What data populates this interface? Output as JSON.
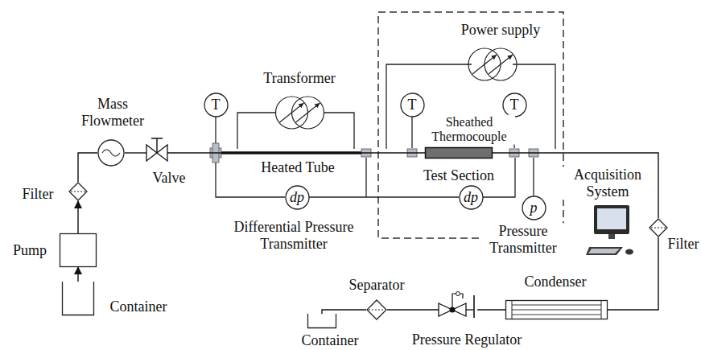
{
  "diagram": {
    "nodes": [
      {
        "text": [
          "Power supply"
        ]
      },
      {
        "text": [
          "Transformer"
        ]
      },
      {
        "text": [
          "T"
        ]
      },
      {
        "text": [
          "T"
        ]
      },
      {
        "text": [
          "T"
        ]
      },
      {
        "text": [
          "Mass Flowmeter"
        ]
      },
      {
        "text": [
          "Valve"
        ]
      },
      {
        "text": [
          "Test Section"
        ]
      },
      {
        "text": [
          "Acquisition System"
        ]
      },
      {
        "text": [
          "Filter"
        ]
      },
      {
        "text": [
          "dp",
          "Differential Pressure Transmitter"
        ]
      },
      {
        "text": [
          "dp"
        ]
      },
      {
        "text": [
          "p",
          "Pressure Transmitter"
        ]
      },
      {
        "text": [
          "Filter"
        ]
      },
      {
        "text": [
          "Pump"
        ]
      },
      {
        "text": [
          "Condenser"
        ]
      },
      {
        "text": [
          "Container"
        ]
      },
      {
        "text": [
          "Separator"
        ]
      },
      {
        "text": [
          "Pressure Regulator"
        ]
      },
      {
        "text": [
          "Container"
        ]
      }
    ],
    "edges": [
      {
        "from": 16,
        "to": 14,
        "arrow": "to"
      },
      {
        "from": 14,
        "to": 9,
        "arrow": "to"
      },
      {
        "from": 9,
        "to": 5,
        "arrow": "none"
      },
      {
        "from": 5,
        "to": 6,
        "arrow": "none"
      },
      {
        "from": 6,
        "to": 7,
        "arrow": "none"
      },
      {
        "from": 7,
        "to": 13,
        "arrow": "none"
      },
      {
        "from": 13,
        "to": 15,
        "arrow": "none"
      },
      {
        "from": 15,
        "to": 18,
        "arrow": "none"
      },
      {
        "from": 18,
        "to": 17,
        "arrow": "none"
      },
      {
        "from": 17,
        "to": 19,
        "arrow": "none"
      }
    ],
    "labels": [
      "Heated Tube",
      "Sheathed Thermocouple"
    ]
  }
}
